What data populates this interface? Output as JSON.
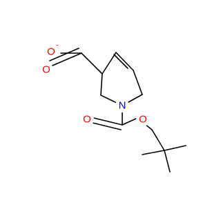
{
  "molecule": {
    "atoms": [
      {
        "id": "o_carboxylate_single",
        "label": "O",
        "charge": "-",
        "color": "#ff0000"
      },
      {
        "id": "o_carboxylate_double",
        "label": "O",
        "color": "#ff0000"
      },
      {
        "id": "n_ring",
        "label": "N",
        "color": "#0000ff"
      },
      {
        "id": "o_carbamate_double",
        "label": "O",
        "color": "#ff0000"
      },
      {
        "id": "o_carbamate_ester",
        "label": "O",
        "color": "#ff0000"
      }
    ],
    "bond_color": "#000000",
    "background_color": "#ffffff"
  }
}
